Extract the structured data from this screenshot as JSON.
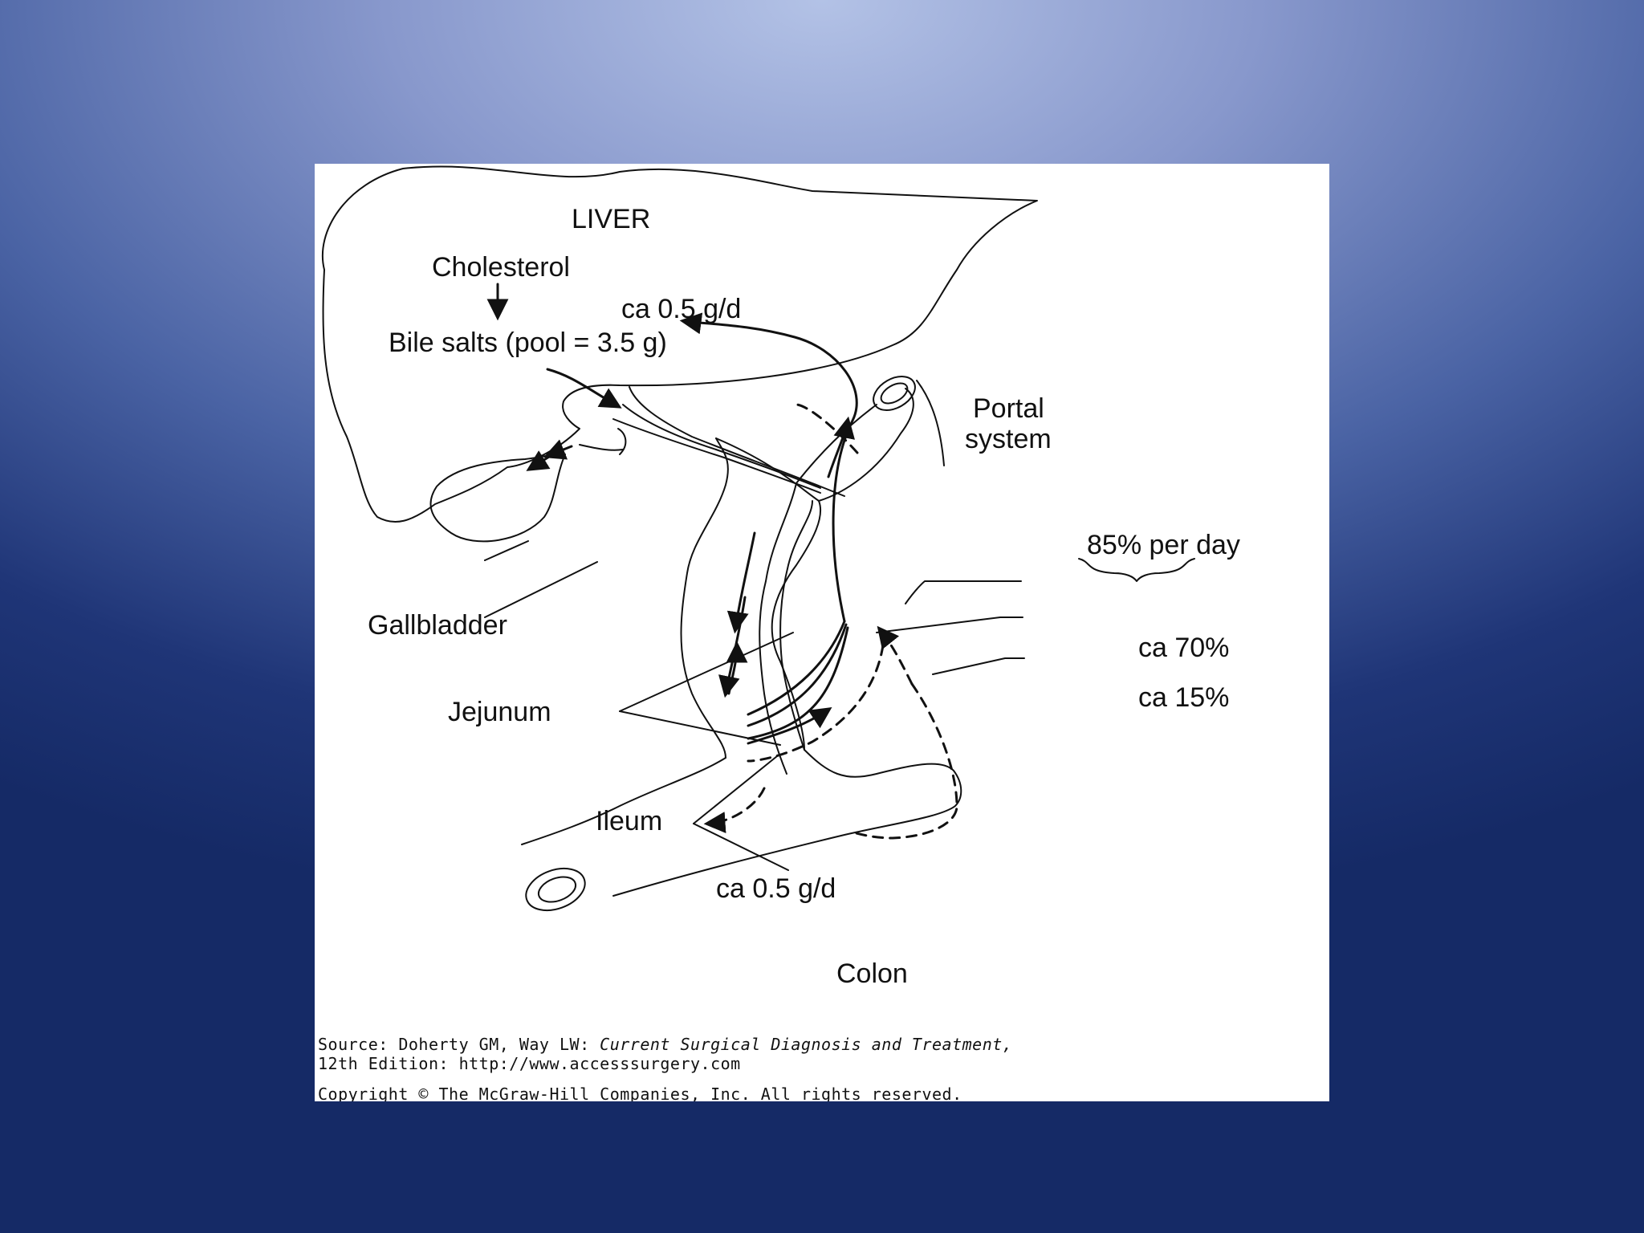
{
  "diagram": {
    "labels": {
      "liver": "LIVER",
      "cholesterol": "Cholesterol",
      "synthesis": "ca 0.5 g/d",
      "bile_salts": "Bile salts (pool = 3.5 g)",
      "portal_line1": "Portal",
      "portal_line2": "system",
      "reabsorption": "85% per day",
      "gallbladder": "Gallbladder",
      "active_uptake": "ca 70%",
      "passive_uptake": "ca 15%",
      "jejunum": "Jejunum",
      "ileum": "Ileum",
      "fecal_loss": "ca 0.5 g/d",
      "colon": "Colon"
    },
    "source": {
      "prefix": "Source: Doherty GM, Way LW: ",
      "title": "Current Surgical Diagnosis and Treatment,",
      "line2": "12th Edition: http://www.accesssurgery.com",
      "copyright": "Copyright © The McGraw-Hill Companies, Inc. All rights reserved."
    }
  },
  "colors": {
    "liver_fill": "#d3d3d3",
    "ink": "#111111",
    "figure_bg": "#ffffff"
  }
}
